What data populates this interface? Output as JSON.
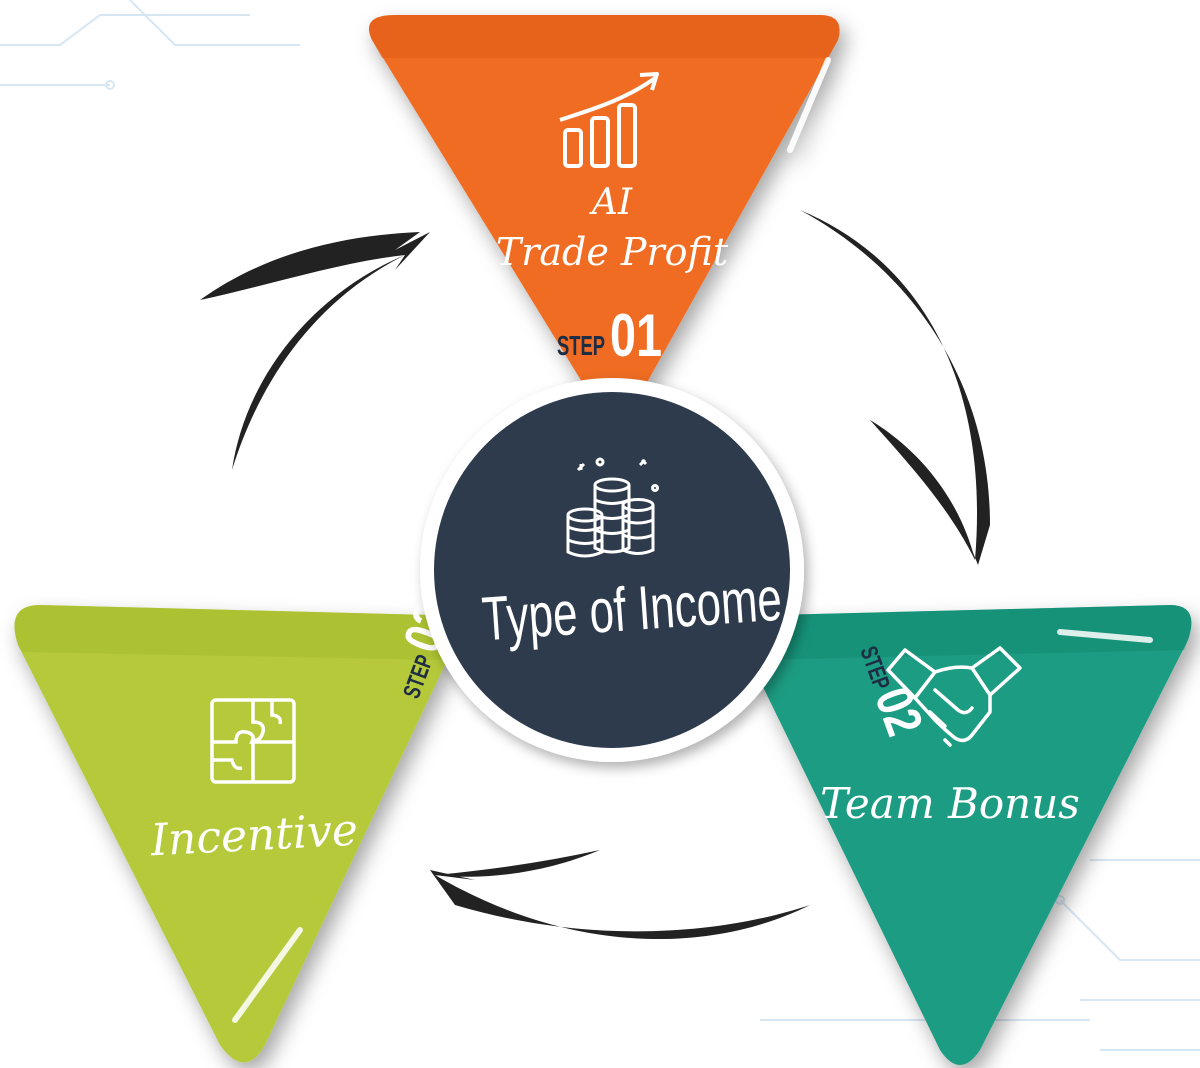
{
  "center": {
    "title": "Type of Income",
    "icon": "coin-stack-icon"
  },
  "steps": [
    {
      "key": "step1",
      "step_word": "STEP",
      "step_number": "01",
      "title_line1": "AI",
      "title_line2": "Trade Profit",
      "icon": "bar-chart-growth-icon",
      "color": "#EF6C22"
    },
    {
      "key": "step2",
      "step_word": "STEP",
      "step_number": "02",
      "title_line1": "Team Bonus",
      "icon": "handshake-icon",
      "color": "#1D9C82"
    },
    {
      "key": "step3",
      "step_word": "STEP",
      "step_number": "03",
      "title_line1": "Incentive",
      "icon": "puzzle-icon",
      "color": "#B5C93A"
    }
  ],
  "colors": {
    "center_fill": "#2D3A4E",
    "arrow": "#222222",
    "step_text": "#1F2D44"
  }
}
